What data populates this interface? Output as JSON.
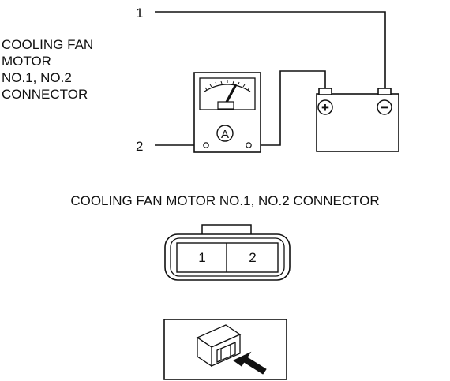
{
  "wiring": {
    "side_label_lines": [
      "COOLING FAN",
      "MOTOR",
      "NO.1, NO.2",
      "CONNECTOR"
    ],
    "terminal_1": "1",
    "terminal_2": "2",
    "ammeter_symbol": "A",
    "battery_plus": "+",
    "battery_minus": "−"
  },
  "connector": {
    "heading": "COOLING FAN MOTOR NO.1, NO.2 CONNECTOR",
    "pin_1": "1",
    "pin_2": "2"
  },
  "icons": [
    "ammeter-icon",
    "battery-icon",
    "connector-view-icon",
    "arrow-icon"
  ]
}
